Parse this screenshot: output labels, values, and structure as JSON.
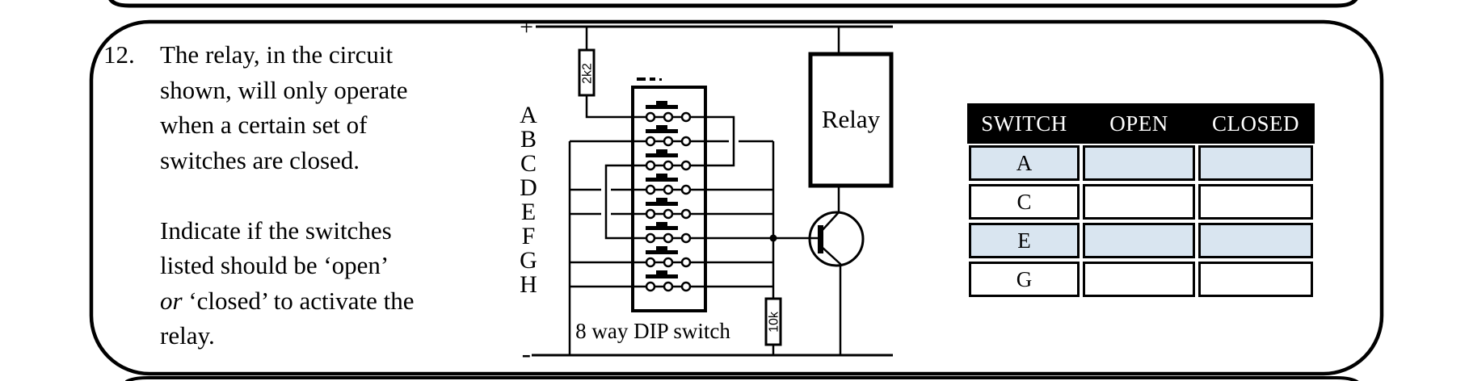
{
  "question": {
    "number": "12.",
    "paragraph1": [
      "The relay, in the circuit",
      "shown, will only operate",
      "when a certain set of",
      "switches are closed."
    ],
    "paragraph2": {
      "line1": "Indicate if the switches",
      "line2": "listed should be ‘open’",
      "line3_italic": "or",
      "line3_rest": " ‘closed’ to activate the",
      "line4": "relay."
    }
  },
  "circuit": {
    "positive_rail_label": "+",
    "negative_rail_label": "-",
    "resistor_top_value": "2k2",
    "resistor_bottom_value": "10k",
    "relay_label": "Relay",
    "dip_switch_label": "8 way DIP switch",
    "switch_labels": [
      "A",
      "B",
      "C",
      "D",
      "E",
      "F",
      "G",
      "H"
    ]
  },
  "table": {
    "headers": [
      "SWITCH",
      "OPEN",
      "CLOSED"
    ],
    "rows": [
      {
        "switch": "A",
        "open": "",
        "closed": "",
        "shaded": true
      },
      {
        "switch": "C",
        "open": "",
        "closed": "",
        "shaded": false
      },
      {
        "switch": "E",
        "open": "",
        "closed": "",
        "shaded": true
      },
      {
        "switch": "G",
        "open": "",
        "closed": "",
        "shaded": false
      }
    ],
    "colors": {
      "header_bg": "#000000",
      "header_text": "#ffffff",
      "shaded_row_bg": "#d9e5f0",
      "plain_row_bg": "#ffffff"
    }
  }
}
